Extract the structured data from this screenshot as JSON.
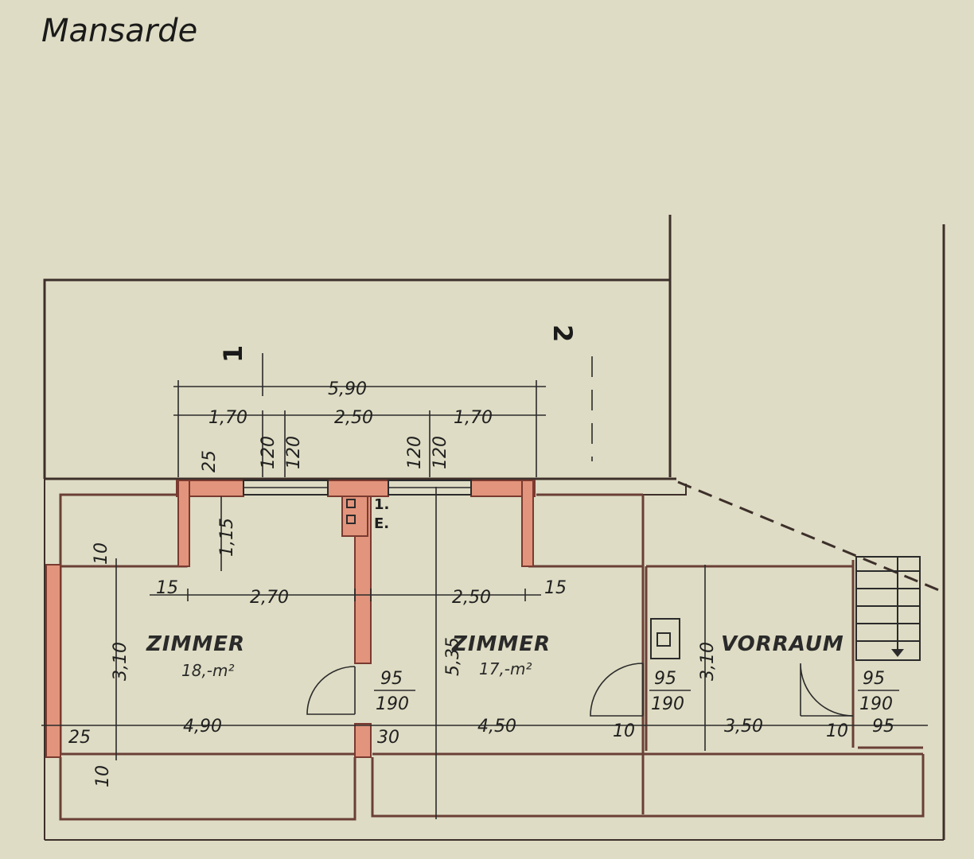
{
  "title": "Mansarde",
  "sections": {
    "s1": "1",
    "s2": "2"
  },
  "rooms": {
    "zimmer1": {
      "name": "ZIMMER",
      "area": "18,-m²"
    },
    "zimmer2": {
      "name": "ZIMMER",
      "area": "17,-m²"
    },
    "vorraum": {
      "name": "VORRAUM"
    }
  },
  "dimensions": {
    "total_top": "5,90",
    "top_left": "1,70",
    "top_mid": "2,50",
    "top_right": "1,70",
    "win_l1": "120",
    "win_l2": "120",
    "win_r1": "120",
    "win_r2": "120",
    "wall_25_top": "25",
    "h_115": "1,15",
    "w_10_left": "10",
    "w_15_left": "15",
    "w_270": "2,70",
    "w_250": "2,50",
    "w_15_right": "15",
    "h_310_left": "3,10",
    "h_535": "5,35",
    "h_310_right": "3,10",
    "b_25": "25",
    "b_490": "4,90",
    "b_30": "30",
    "b_450": "4,50",
    "b_10a": "10",
    "b_350": "3,50",
    "b_10b": "10",
    "b_95": "95",
    "b_10_vert": "10"
  },
  "doors": {
    "d1_w": "95",
    "d1_h": "190",
    "d2_w": "95",
    "d2_h": "190",
    "d3_w": "95",
    "d3_h": "190"
  },
  "chimney_label": {
    "a": "1.",
    "b": "E."
  }
}
